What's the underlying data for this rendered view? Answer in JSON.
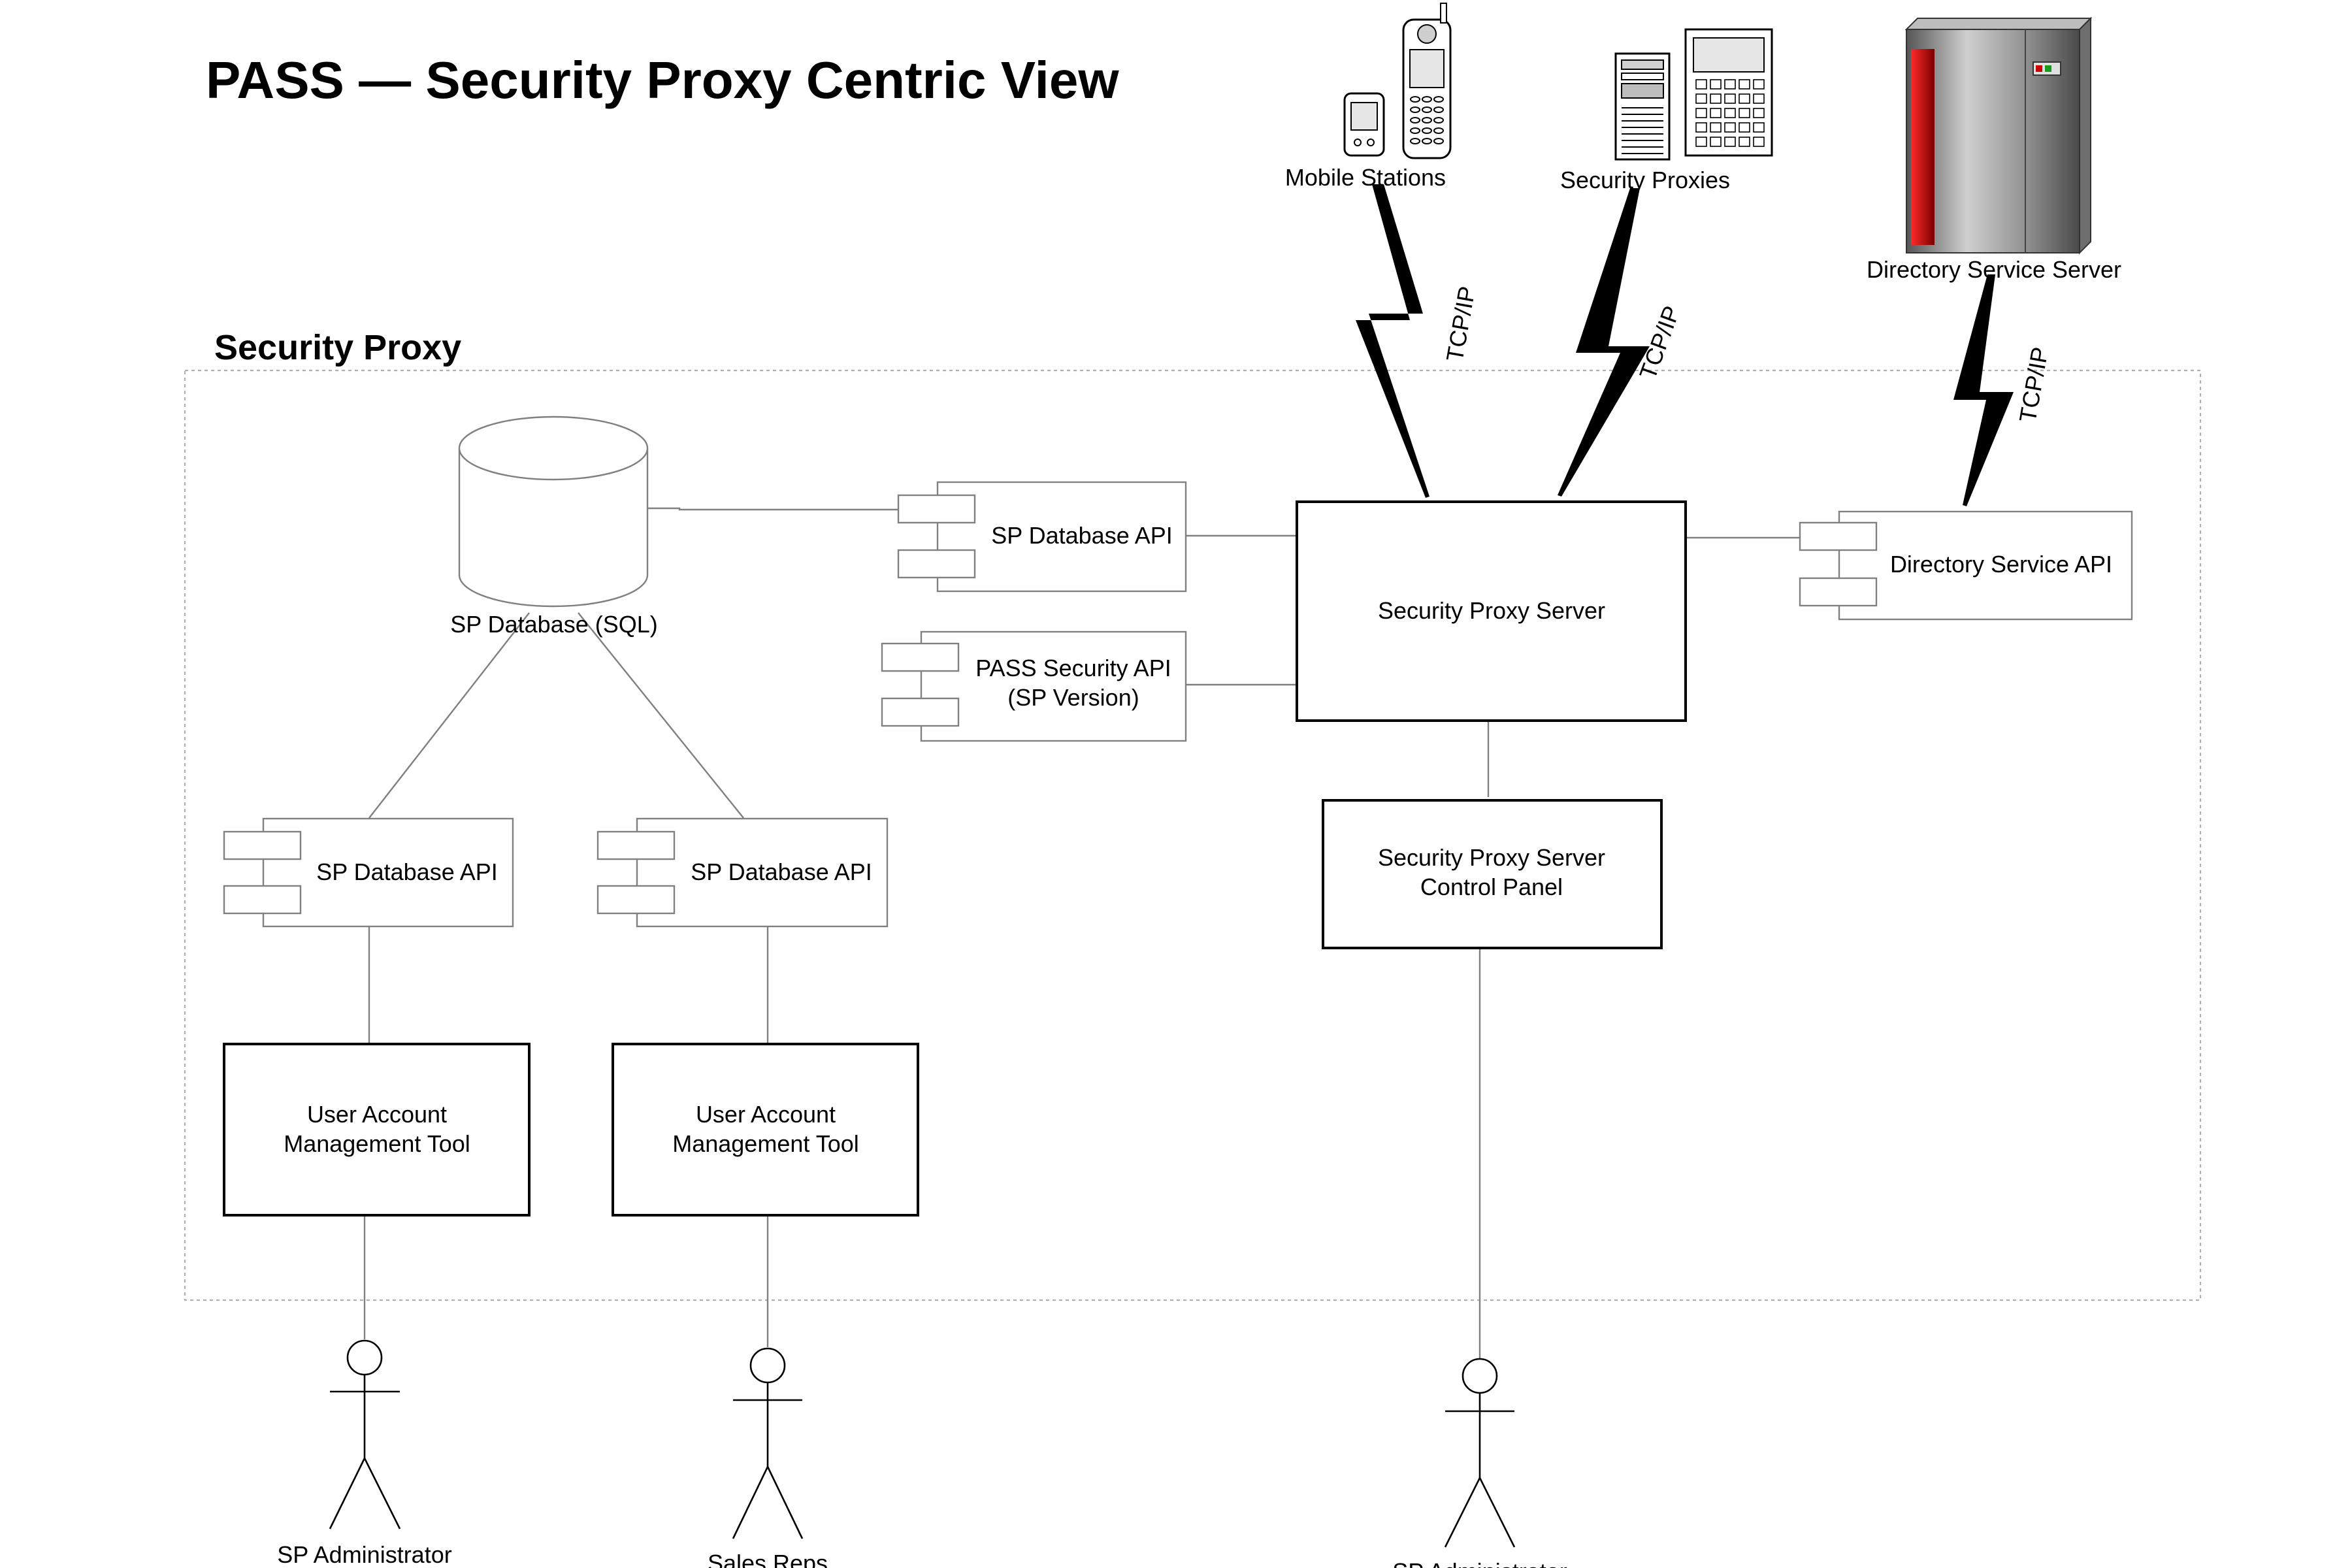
{
  "title": "PASS — Security Proxy Centric View",
  "boundary": {
    "label": "Security Proxy"
  },
  "devices": {
    "mobile": "Mobile Stations",
    "proxies": "Security Proxies",
    "directory_server": "Directory Service Server"
  },
  "links": {
    "tcp1": "TCP/IP",
    "tcp2": "TCP/IP",
    "tcp3": "TCP/IP"
  },
  "nodes": {
    "db": "SP Database (SQL)",
    "sp_db_api_top": "SP Database API",
    "pass_api_l1": "PASS Security API",
    "pass_api_l2": "(SP Version)",
    "server": "Security Proxy Server",
    "dir_api": "Directory Service API",
    "control_l1": "Security Proxy Server",
    "control_l2": "Control Panel",
    "sp_db_api_left": "SP Database API",
    "sp_db_api_right": "SP Database API",
    "uamt_left_l1": "User Account",
    "uamt_left_l2": "Management Tool",
    "uamt_right_l1": "User Account",
    "uamt_right_l2": "Management Tool"
  },
  "actors": {
    "admin_left": "SP Administrator",
    "sales": "Sales Reps",
    "admin_right": "SP Administrator"
  },
  "colors": {
    "server_red": "#cc0000",
    "server_gray": "#8a8a8a",
    "boundary": "#b0b0b0"
  }
}
